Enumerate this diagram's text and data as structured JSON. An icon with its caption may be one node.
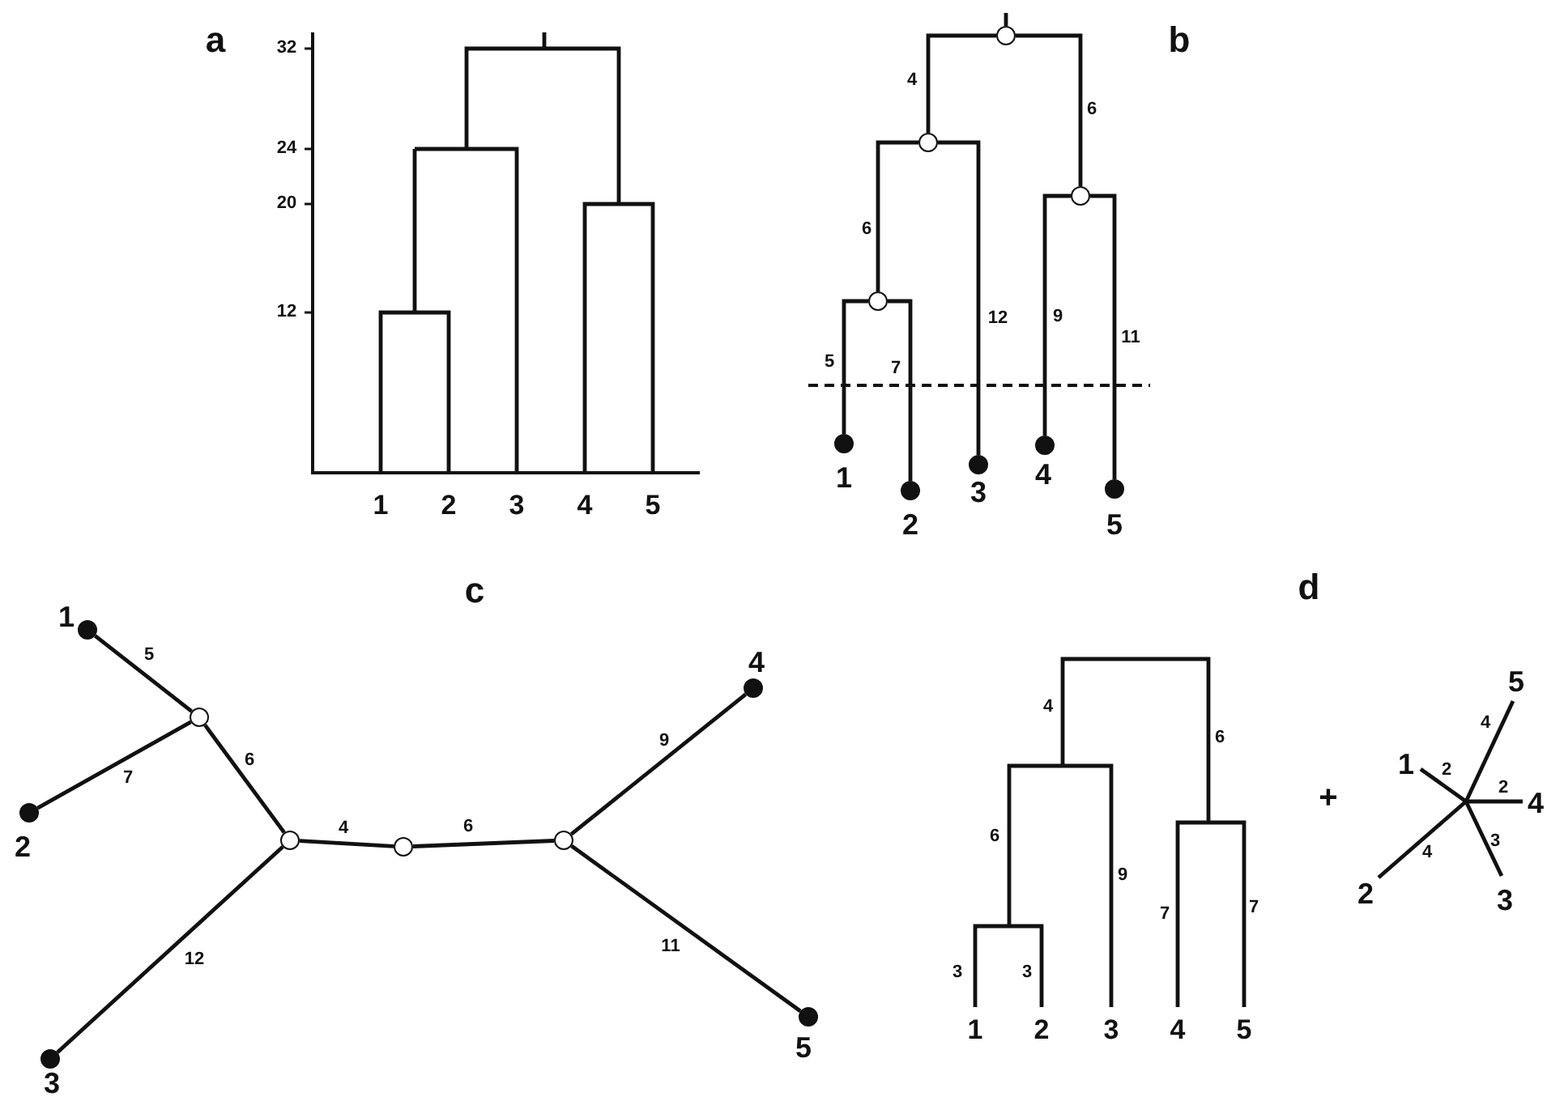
{
  "diagram": {
    "nodes": [
      {
        "text": [],
        "shape": "circle"
      },
      {
        "text": [],
        "shape": "circle"
      },
      {
        "text": [],
        "shape": "circle"
      },
      {
        "text": [],
        "shape": "circle"
      },
      {
        "text": [],
        "shape": "dot",
        "beside": [
          "1"
        ]
      },
      {
        "text": [],
        "shape": "dot",
        "beside": [
          "2"
        ]
      },
      {
        "text": [],
        "shape": "dot",
        "beside": [
          "3"
        ]
      },
      {
        "text": [],
        "shape": "dot",
        "beside": [
          "4"
        ]
      },
      {
        "text": [],
        "shape": "dot",
        "beside": [
          "5"
        ]
      },
      {
        "text": [],
        "shape": "dot",
        "beside": [
          "1"
        ]
      },
      {
        "text": [],
        "shape": "circle"
      },
      {
        "text": [],
        "shape": "dot",
        "beside": [
          "2"
        ]
      },
      {
        "text": [],
        "shape": "circle"
      },
      {
        "text": [],
        "shape": "circle"
      },
      {
        "text": [],
        "shape": "circle"
      },
      {
        "text": [],
        "shape": "dot",
        "beside": [
          "4"
        ]
      },
      {
        "text": [],
        "shape": "dot",
        "beside": [
          "3"
        ]
      },
      {
        "text": [],
        "shape": "dot",
        "beside": [
          "5"
        ]
      }
    ],
    "edges": [
      {
        "from": 0,
        "to": 1,
        "arrow": "none",
        "label": "4"
      },
      {
        "from": 0,
        "to": 2,
        "arrow": "none",
        "label": "6"
      },
      {
        "from": 1,
        "to": 3,
        "arrow": "none",
        "label": "6"
      },
      {
        "from": 1,
        "to": 6,
        "arrow": "none",
        "label": "12"
      },
      {
        "from": 3,
        "to": 4,
        "arrow": "none",
        "label": "5"
      },
      {
        "from": 3,
        "to": 5,
        "arrow": "none",
        "label": "7"
      },
      {
        "from": 2,
        "to": 7,
        "arrow": "none",
        "label": "9"
      },
      {
        "from": 2,
        "to": 8,
        "arrow": "none",
        "label": "11"
      },
      {
        "from": 10,
        "to": 9,
        "arrow": "none",
        "label": "5"
      },
      {
        "from": 10,
        "to": 11,
        "arrow": "none",
        "label": "7"
      },
      {
        "from": 12,
        "to": 10,
        "arrow": "none",
        "label": "6"
      },
      {
        "from": 12,
        "to": 13,
        "arrow": "none",
        "label": "4"
      },
      {
        "from": 13,
        "to": 14,
        "arrow": "none",
        "label": "6"
      },
      {
        "from": 12,
        "to": 16,
        "arrow": "none",
        "label": "12"
      },
      {
        "from": 14,
        "to": 15,
        "arrow": "none",
        "label": "9"
      },
      {
        "from": 14,
        "to": 17,
        "arrow": "none",
        "label": "11"
      }
    ],
    "labels": [
      "a",
      "32",
      "24",
      "20",
      "12",
      "1",
      "2",
      "3",
      "4",
      "5",
      "b",
      "c",
      "d",
      "4",
      "6",
      "6",
      "9",
      "7",
      "7",
      "3",
      "3",
      "1",
      "2",
      "3",
      "4",
      "5",
      "+",
      "5",
      "4",
      "1",
      "2",
      "2",
      "4",
      "3",
      "4",
      "2",
      "3"
    ]
  }
}
